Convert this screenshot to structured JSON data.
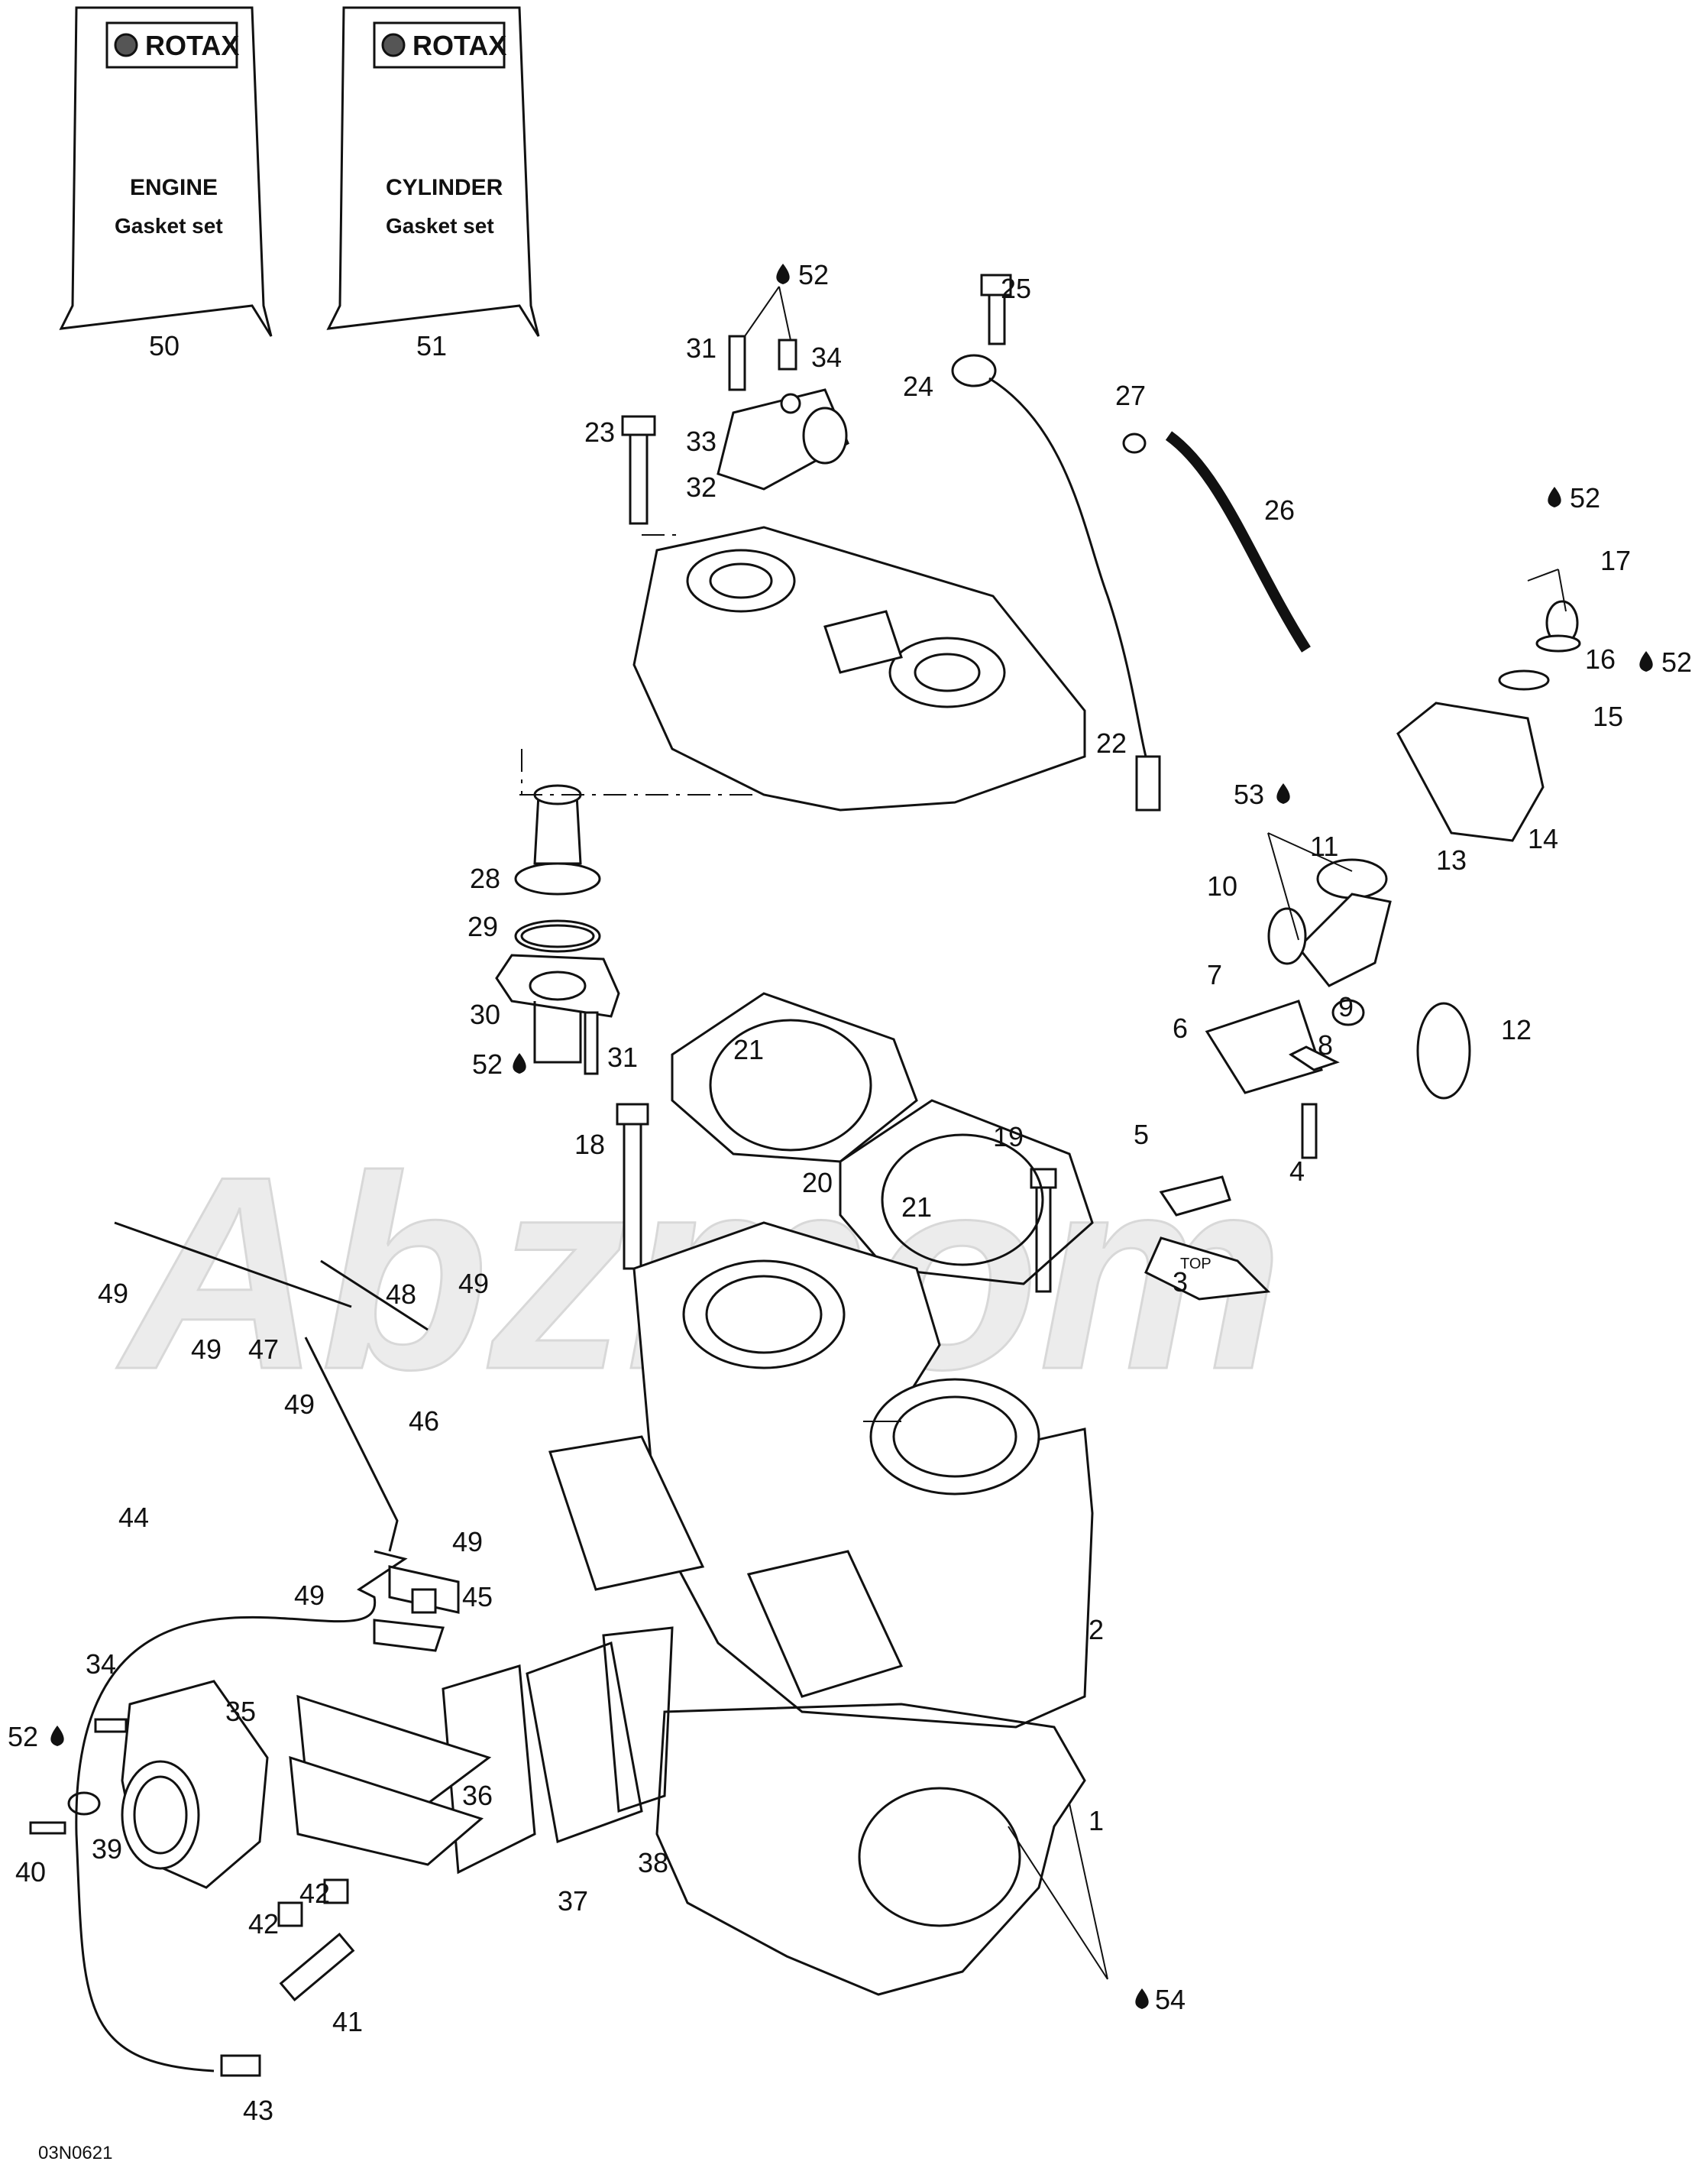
{
  "diagram_id": "03N0621",
  "watermark": "Abzmom",
  "bags": [
    {
      "brand": "ROTAX",
      "line1": "ENGINE",
      "line2": "Gasket set",
      "number": "50"
    },
    {
      "brand": "ROTAX",
      "line1": "CYLINDER",
      "line2": "Gasket set",
      "number": "51"
    }
  ],
  "callouts": [
    "1",
    "2",
    "3",
    "4",
    "5",
    "6",
    "7",
    "8",
    "9",
    "10",
    "11",
    "12",
    "13",
    "14",
    "15",
    "16",
    "17",
    "18",
    "19",
    "20",
    "21",
    "21",
    "22",
    "23",
    "24",
    "25",
    "26",
    "27",
    "28",
    "29",
    "30",
    "31",
    "31",
    "32",
    "33",
    "34",
    "34",
    "35",
    "36",
    "37",
    "38",
    "39",
    "40",
    "41",
    "42",
    "42",
    "43",
    "44",
    "45",
    "46",
    "47",
    "48",
    "49",
    "49",
    "49",
    "49",
    "49",
    "49",
    "52",
    "52",
    "52",
    "52",
    "52",
    "53",
    "54"
  ],
  "drop_icon": "oil-drop-icon",
  "colors": {
    "line": "#111111",
    "watermark": "#e6e6e6"
  }
}
